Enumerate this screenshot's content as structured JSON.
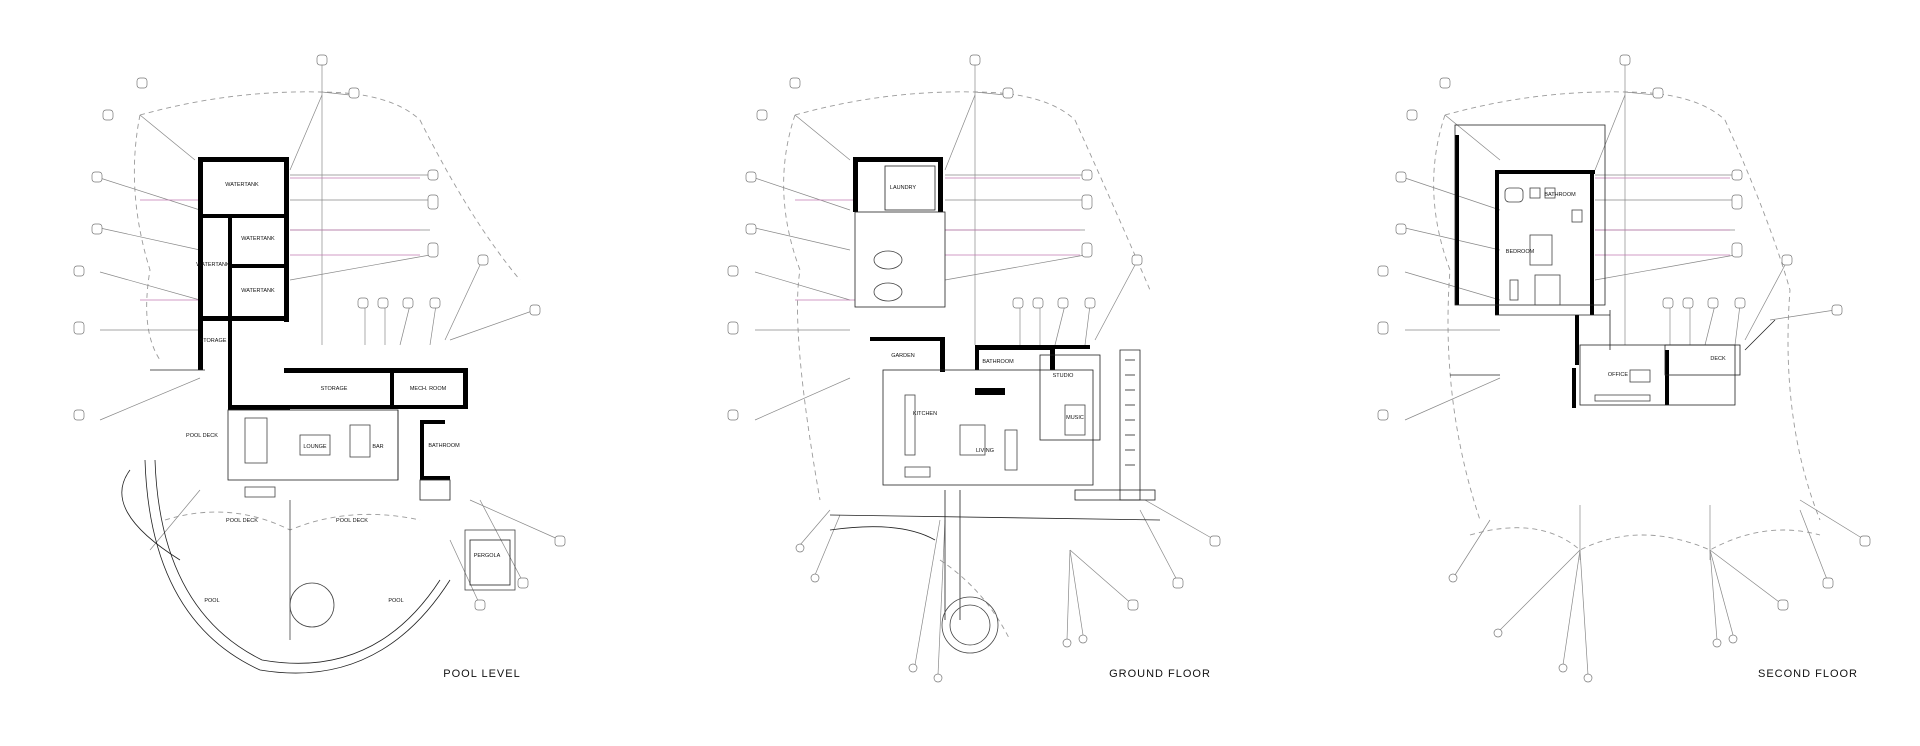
{
  "plans": [
    {
      "title": "POOL LEVEL",
      "rooms": [
        "WATERTANK",
        "WATERTANK",
        "WATERTANK",
        "WATERTANK",
        "STORAGE",
        "STORAGE",
        "MECH. ROOM",
        "POOL DECK",
        "LOUNGE",
        "BAR",
        "BATHROOM",
        "POOL DECK",
        "POOL DECK",
        "PERGOLA",
        "POOL",
        "POOL"
      ]
    },
    {
      "title": "GROUND FLOOR",
      "rooms": [
        "LAUNDRY",
        "GARDEN",
        "BATHROOM",
        "STUDIO",
        "KITCHEN",
        "MUSIC",
        "LIVING"
      ]
    },
    {
      "title": "SECOND FLOOR",
      "rooms": [
        "BATHROOM",
        "BEDROOM",
        "OFFICE",
        "DECK"
      ]
    }
  ]
}
